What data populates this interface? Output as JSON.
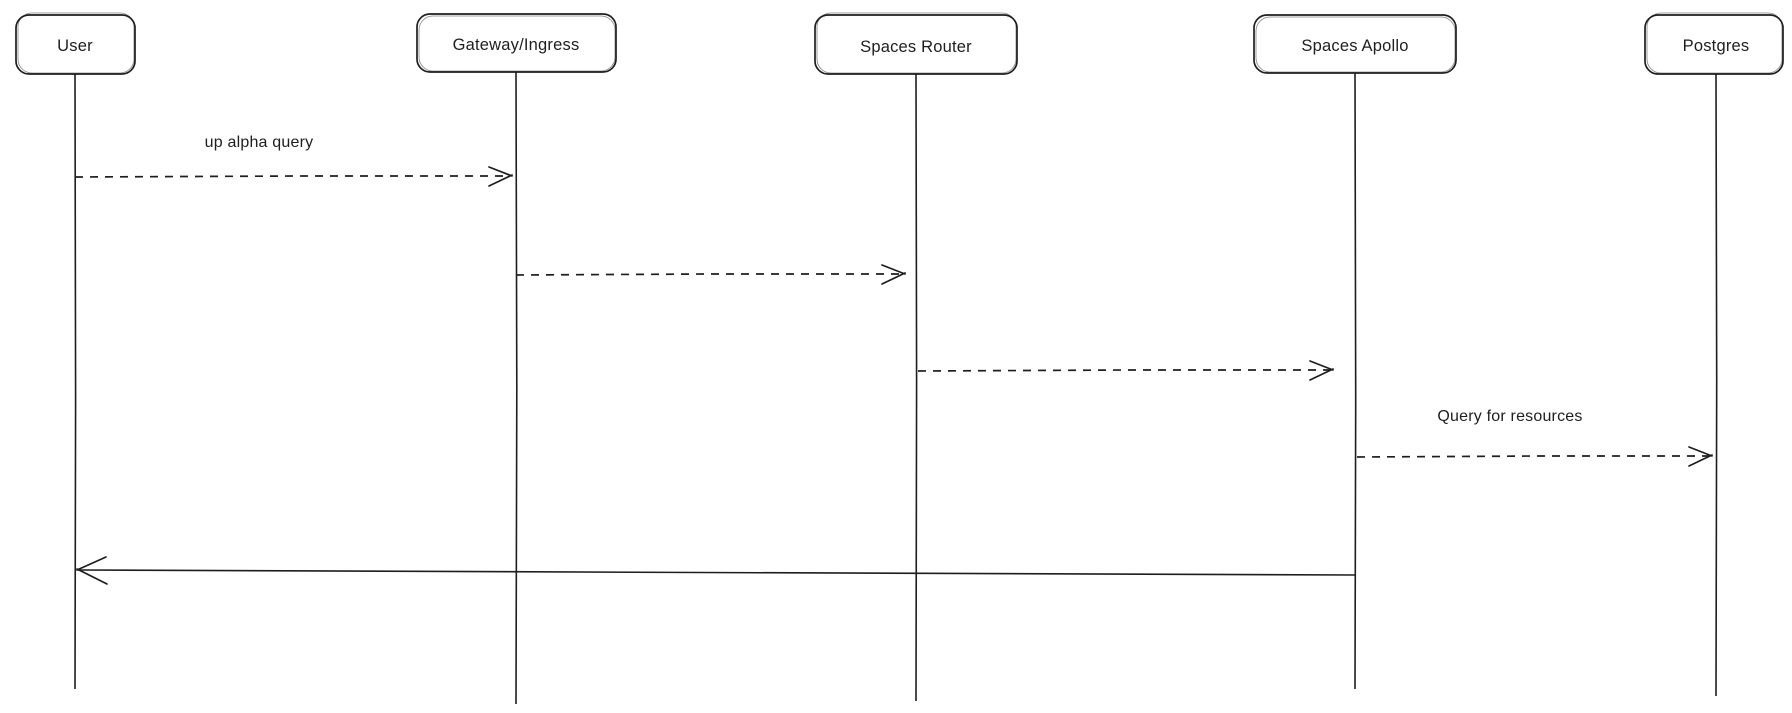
{
  "diagram": {
    "type": "sequence-diagram",
    "background_color": "#ffffff",
    "stroke_color": "#1e1e1e",
    "actors": [
      {
        "id": "user",
        "label": "User"
      },
      {
        "id": "gateway-ingress",
        "label": "Gateway/Ingress"
      },
      {
        "id": "spaces-router",
        "label": "Spaces Router"
      },
      {
        "id": "spaces-apollo",
        "label": "Spaces Apollo"
      },
      {
        "id": "postgres",
        "label": "Postgres"
      }
    ],
    "messages": [
      {
        "from": "User",
        "to": "Gateway/Ingress",
        "label": "up alpha query",
        "style": "dashed"
      },
      {
        "from": "Gateway/Ingress",
        "to": "Spaces Router",
        "label": "",
        "style": "dashed"
      },
      {
        "from": "Spaces Router",
        "to": "Spaces Apollo",
        "label": "",
        "style": "dashed"
      },
      {
        "from": "Spaces Apollo",
        "to": "Postgres",
        "label": "Query for resources",
        "style": "dashed"
      },
      {
        "from": "Spaces Apollo",
        "to": "User",
        "label": "",
        "style": "solid"
      }
    ]
  }
}
